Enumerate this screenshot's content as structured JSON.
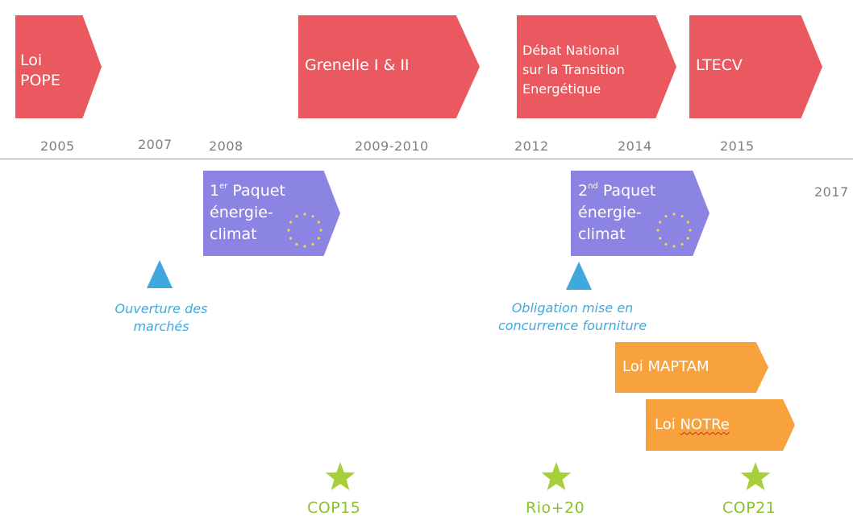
{
  "timeline": {
    "years": {
      "y2005": "2005",
      "y2007": "2007",
      "y2008": "2008",
      "y2009_2010": "2009-2010",
      "y2012": "2012",
      "y2014": "2014",
      "y2015": "2015",
      "y2017": "2017"
    },
    "french_laws": {
      "loi_pope": [
        "Loi",
        "POPE"
      ],
      "grenelle": "Grenelle I & II",
      "debat_national": [
        "Débat National",
        "sur la Transition",
        "Energétique"
      ],
      "ltecv": "LTECV"
    },
    "eu_packages": {
      "paquet1": {
        "ordinal": "1",
        "ordinal_sup": "er",
        "line1_word": "Paquet",
        "line2": "énergie-",
        "line3": "climat"
      },
      "paquet2": {
        "ordinal": "2",
        "ordinal_sup": "nd",
        "line1_word": "Paquet",
        "line2": "énergie-",
        "line3": "climat"
      }
    },
    "market_events": {
      "ouverture": [
        "Ouverture des",
        "marchés"
      ],
      "obligation": [
        "Obligation mise en",
        "concurrence fourniture"
      ]
    },
    "territorial_laws": {
      "maptam": "Loi MAPTAM",
      "notre_prefix": "Loi ",
      "notre_name": "NOTRe"
    },
    "climate_conferences": {
      "cop15": "COP15",
      "rio20": "Rio+20",
      "cop21": "COP21"
    }
  },
  "colors": {
    "french_law_arrow": "#e9595f",
    "eu_package_arrow": "#8c84e3",
    "territorial_law_arrow": "#f7a23c",
    "market_marker": "#3fa9dd",
    "conference_star": "#a6cf3a",
    "eu_stars": "#f2d64b"
  },
  "icons": {
    "market_marker": "triangle-up-icon",
    "conference": "star-icon",
    "eu_emblem": "eu-stars-circle-icon"
  }
}
